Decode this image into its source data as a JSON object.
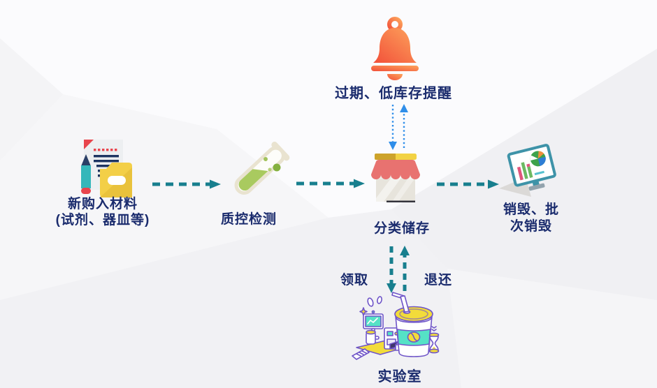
{
  "diagram": {
    "alert": {
      "icon": "bell-icon",
      "label": "过期、低库存提醒"
    },
    "materials": {
      "icon": "documents-folder-icon",
      "label_line1": "新购入材料",
      "label_line2": "(试剂、器皿等)"
    },
    "qc": {
      "icon": "test-tube-icon",
      "label": "质控检测"
    },
    "storage": {
      "icon": "store-icon",
      "label": "分类储存"
    },
    "destruction": {
      "icon": "monitor-chart-icon",
      "label_line1": "销毁、批",
      "label_line2": "次销毁"
    },
    "lab": {
      "icon": "laboratory-icon",
      "label": "实验室"
    },
    "flows": {
      "collect_label": "领取",
      "return_label": "退还"
    }
  },
  "colors": {
    "label_text": "#1a2b6d",
    "teal_arrow": "#187f8e",
    "blue_arrow": "#2f8ee9",
    "bell_orange_dark": "#f2503a",
    "bell_orange_light": "#fda45c",
    "store_awning_red": "#e87270",
    "store_bar_yellow": "#f2d244",
    "tube_green": "#a9ca5f",
    "lab_outline_purple": "#6f55c8",
    "lab_teal": "#55e2c6",
    "lab_yellow": "#f2dc3a",
    "background": "#f2f2f4"
  }
}
